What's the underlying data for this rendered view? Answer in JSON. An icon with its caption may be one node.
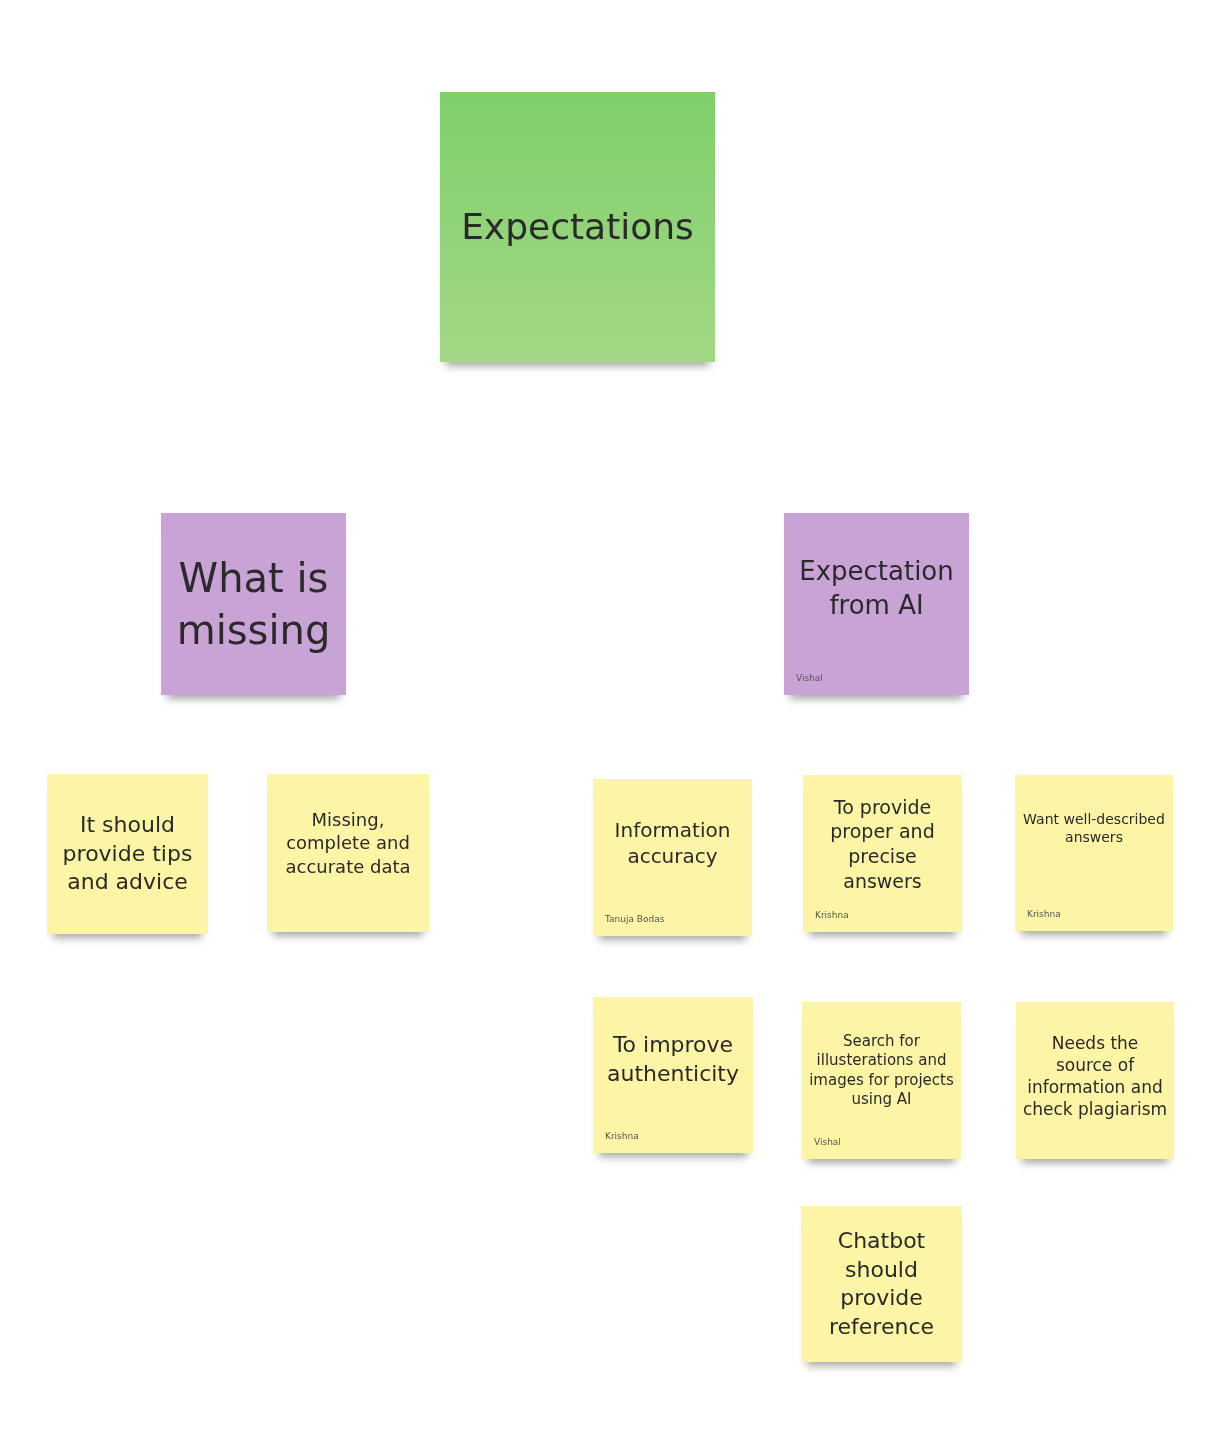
{
  "diagram": {
    "nodes": [
      {
        "text": [
          "Expectations"
        ]
      },
      {
        "text": [
          "What is missing"
        ]
      },
      {
        "text": [
          "Expectation from AI",
          "Vishal"
        ]
      },
      {
        "text": [
          "It should provide tips and advice"
        ]
      },
      {
        "text": [
          "Missing, complete and accurate data"
        ]
      },
      {
        "text": [
          "Information accuracy",
          "Tanuja Bodas"
        ]
      },
      {
        "text": [
          "To provide proper and precise answers",
          "Krishna"
        ]
      },
      {
        "text": [
          "Want well-described answers",
          "Krishna"
        ]
      },
      {
        "text": [
          "To improve authenticity",
          "Krishna"
        ]
      },
      {
        "text": [
          "Search for illusterations and images for projects using AI",
          "Vishal"
        ]
      },
      {
        "text": [
          "Needs the source of information and check plagiarism"
        ]
      },
      {
        "text": [
          "Chatbot should provide reference"
        ]
      }
    ]
  }
}
